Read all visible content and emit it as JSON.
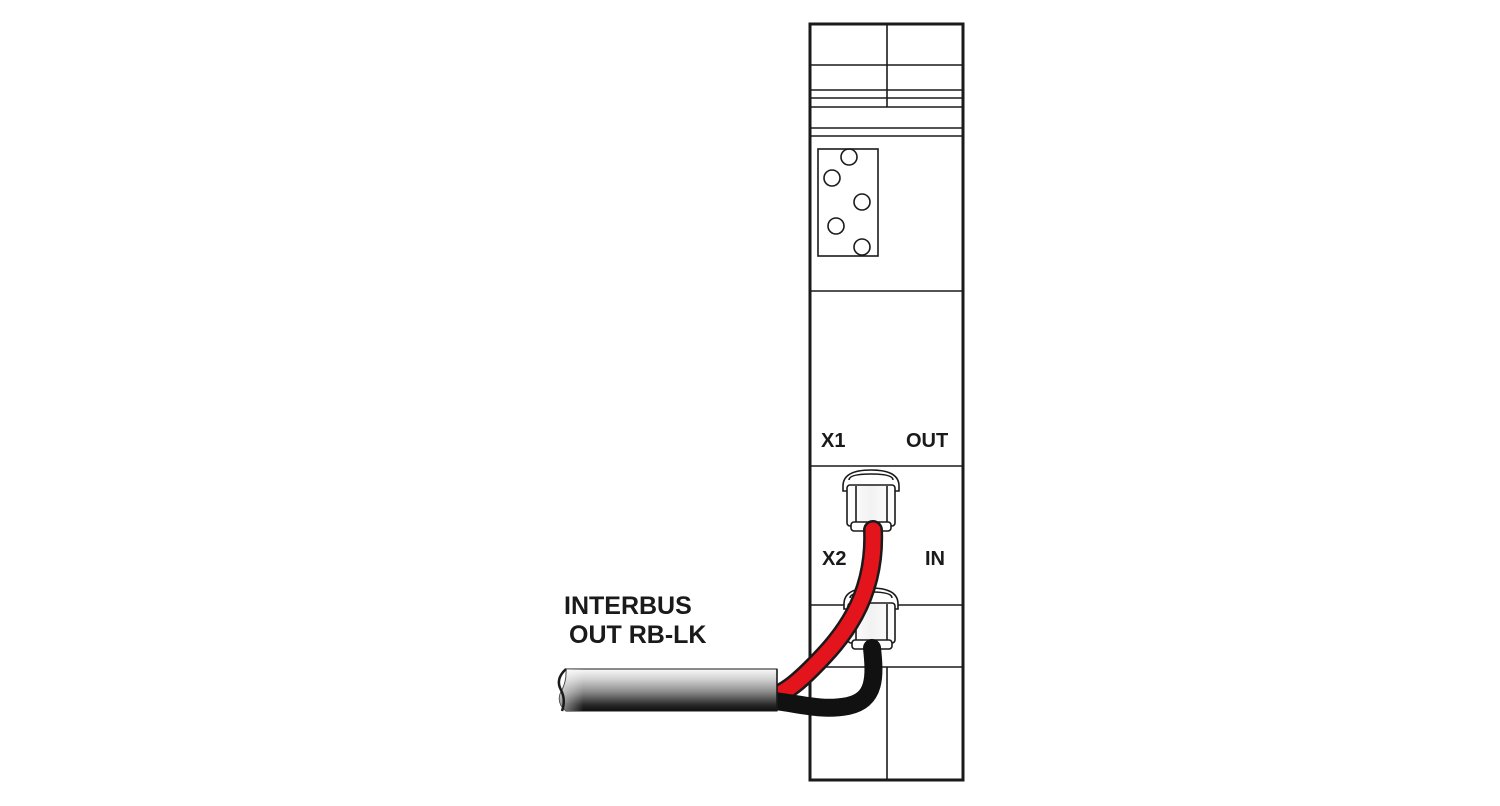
{
  "labels": {
    "x1": "X1",
    "out": "OUT",
    "x2": "X2",
    "in": "IN",
    "cable_line1": "INTERBUS",
    "cable_line2": "OUT RB-LK"
  },
  "colors": {
    "line": "#1a1a1a",
    "red_wire": "#e3141c",
    "black_wire": "#111111",
    "background": "#ffffff"
  }
}
